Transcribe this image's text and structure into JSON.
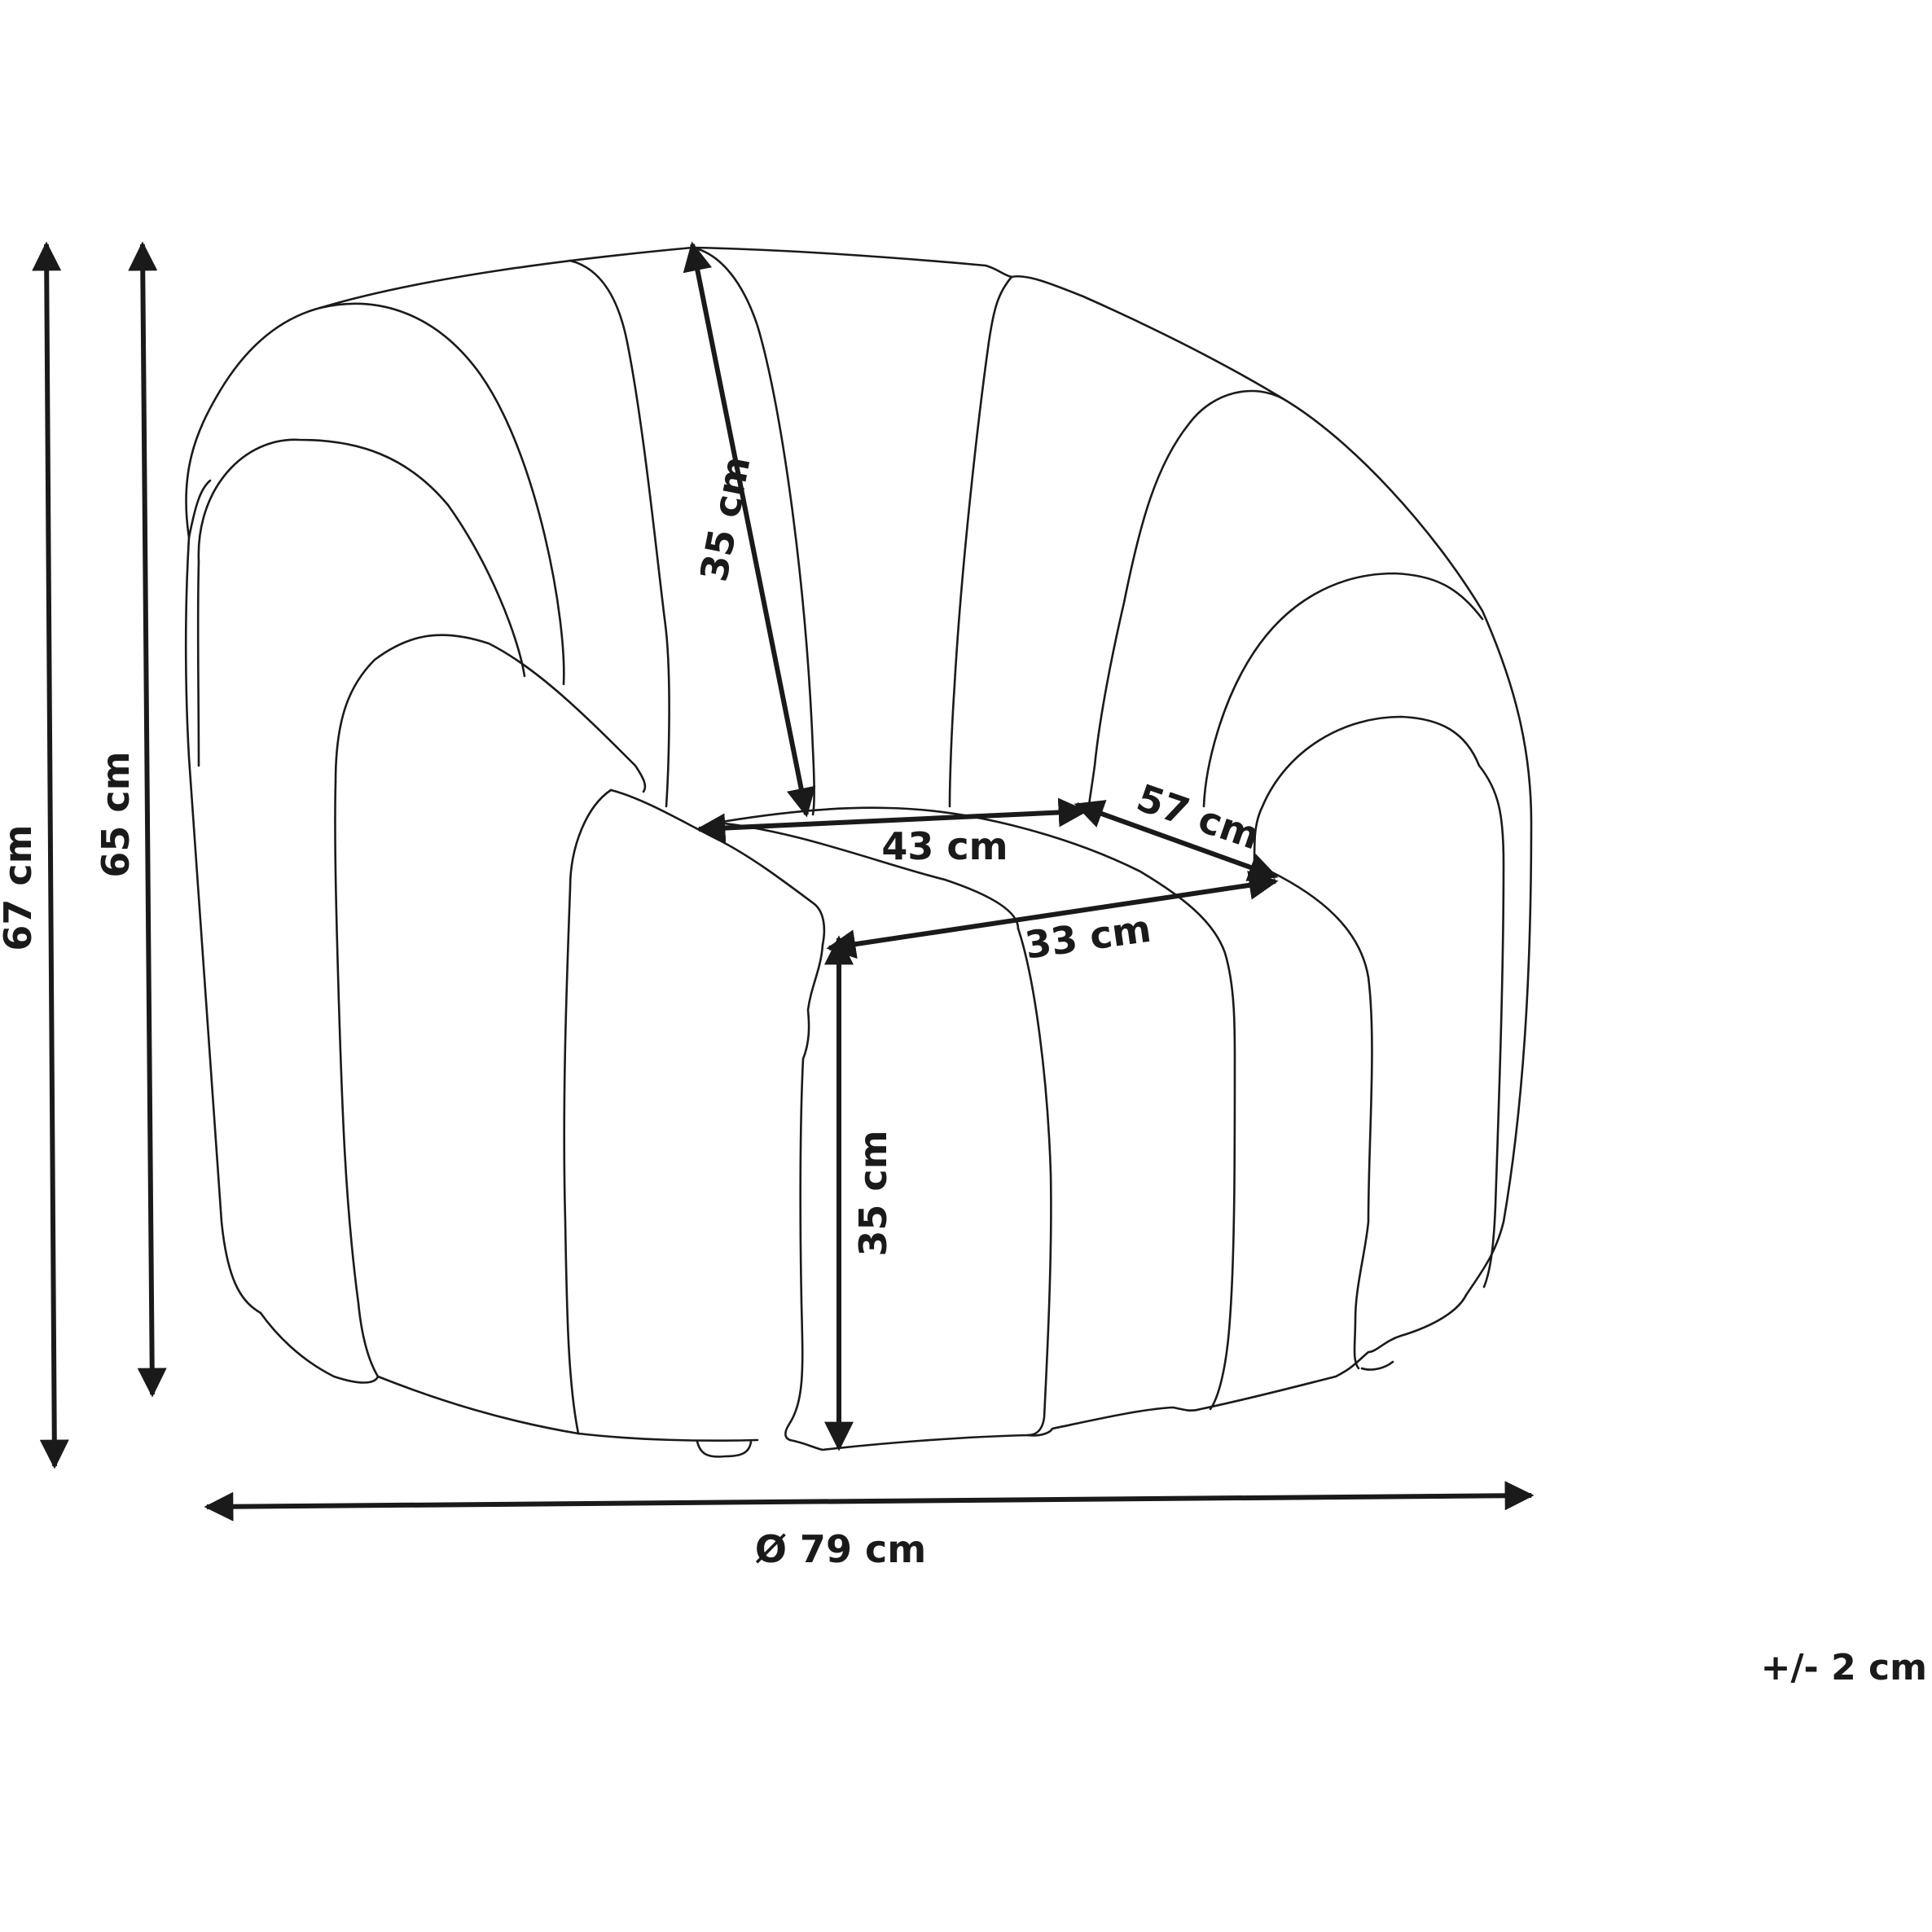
{
  "dimensions": {
    "total_height": "67 cm",
    "back_height": "65 cm",
    "backrest_height": "35 cm",
    "seat_height": "35 cm",
    "seat_width": "43 cm",
    "seat_depth": "57 cm",
    "seat_front_width": "33 cm",
    "diameter": "Ø 79 cm"
  },
  "tolerance": "+/- 2 cm"
}
